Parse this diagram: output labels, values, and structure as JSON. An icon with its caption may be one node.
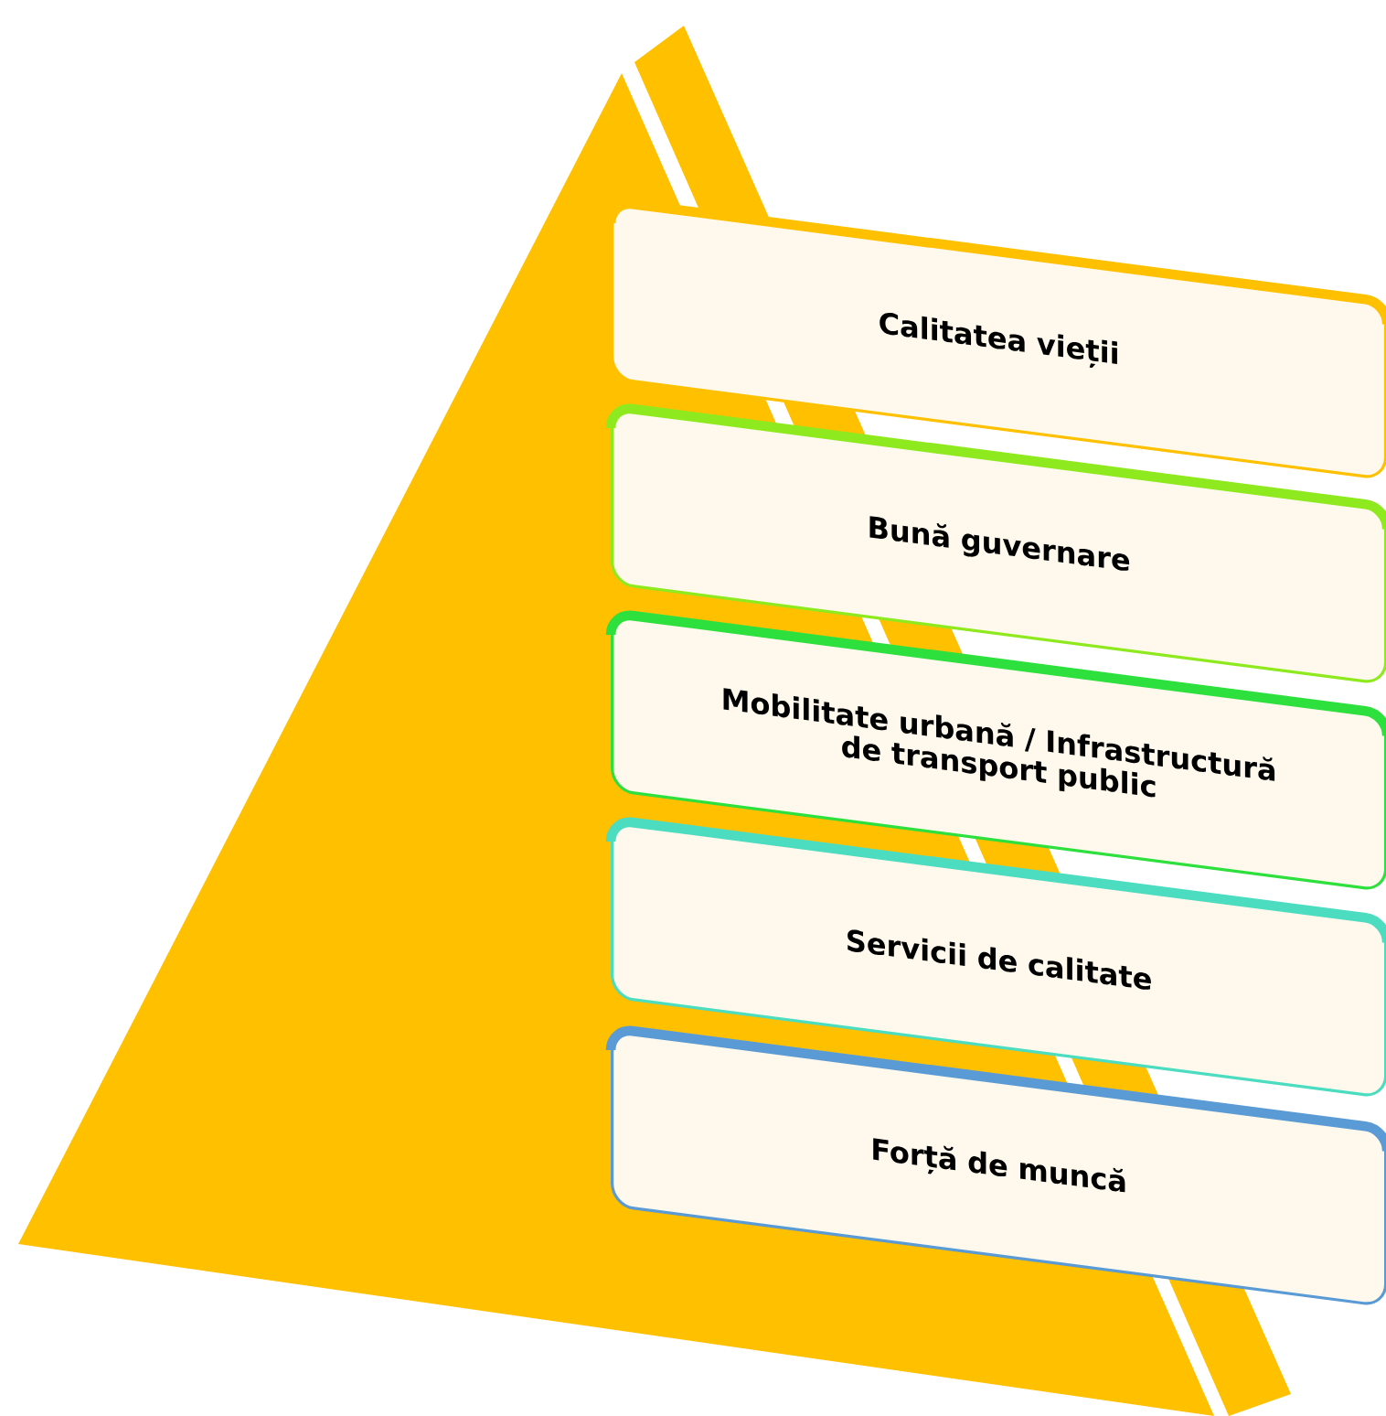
{
  "diagram": {
    "nodes": [
      {
        "text": [
          "Calitatea vieții"
        ]
      },
      {
        "text": [
          "Bună guvernare"
        ]
      },
      {
        "text": [
          "Mobilitate urbană / Infrastructură de transport public"
        ]
      },
      {
        "text": [
          "Servicii de calitate"
        ]
      },
      {
        "text": [
          "Forță de muncă"
        ]
      }
    ]
  }
}
